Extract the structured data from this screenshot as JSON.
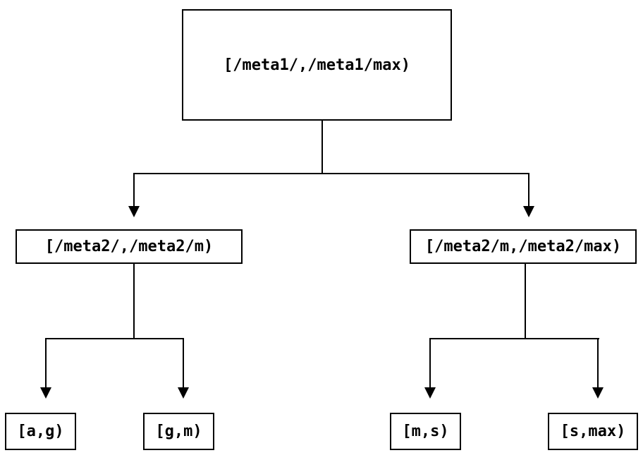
{
  "tree": {
    "root": {
      "label": "[/meta1/,/meta1/max)"
    },
    "children": [
      {
        "label": "[/meta2/,/meta2/m)",
        "children": [
          {
            "label": "[a,g)"
          },
          {
            "label": "[g,m)"
          }
        ]
      },
      {
        "label": "[/meta2/m,/meta2/max)",
        "children": [
          {
            "label": "[m,s)"
          },
          {
            "label": "[s,max)"
          }
        ]
      }
    ]
  },
  "colors": {
    "line": "#000000",
    "box_border": "#000000",
    "text": "#000000",
    "background": "#ffffff"
  }
}
